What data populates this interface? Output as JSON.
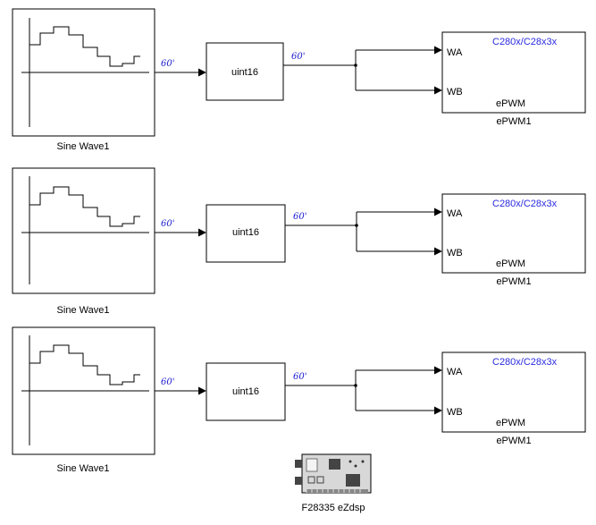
{
  "diagram": {
    "rows": [
      {
        "source_label": "Sine Wave1",
        "signal_tag_in": "60'",
        "convert_label": "uint16",
        "signal_tag_out": "60'",
        "epwm_header": "C280x/C28x3x",
        "port_a": "WA",
        "port_b": "WB",
        "epwm_title": "ePWM",
        "epwm_label": "ePWM1"
      },
      {
        "source_label": "Sine Wave1",
        "signal_tag_in": "60'",
        "convert_label": "uint16",
        "signal_tag_out": "60'",
        "epwm_header": "C280x/C28x3x",
        "port_a": "WA",
        "port_b": "WB",
        "epwm_title": "ePWM",
        "epwm_label": "ePWM1"
      },
      {
        "source_label": "Sine Wave1",
        "signal_tag_in": "60'",
        "convert_label": "uint16",
        "signal_tag_out": "60'",
        "epwm_header": "C280x/C28x3x",
        "port_a": "WA",
        "port_b": "WB",
        "epwm_title": "ePWM",
        "epwm_label": "ePWM1"
      }
    ],
    "target": {
      "label": "F28335 eZdsp"
    }
  }
}
